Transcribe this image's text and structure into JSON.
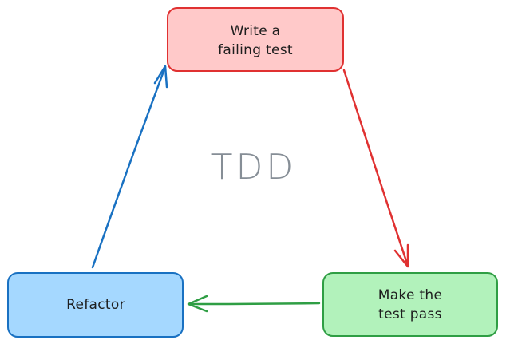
{
  "title": "TDD",
  "nodes": {
    "write_test": {
      "line1": "Write a",
      "line2": "failing test"
    },
    "make_pass": {
      "line1": "Make the",
      "line2": "test pass"
    },
    "refactor": {
      "line1": "Refactor"
    }
  },
  "colors": {
    "red_fill": "#ffc9c9",
    "red_stroke": "#e03131",
    "green_fill": "#b2f2bb",
    "green_stroke": "#2f9e44",
    "blue_fill": "#a5d8ff",
    "blue_stroke": "#1971c2",
    "title_color": "#868e96",
    "arrow_red": "#e03131",
    "arrow_green": "#2f9e44",
    "arrow_blue": "#1971c2"
  }
}
